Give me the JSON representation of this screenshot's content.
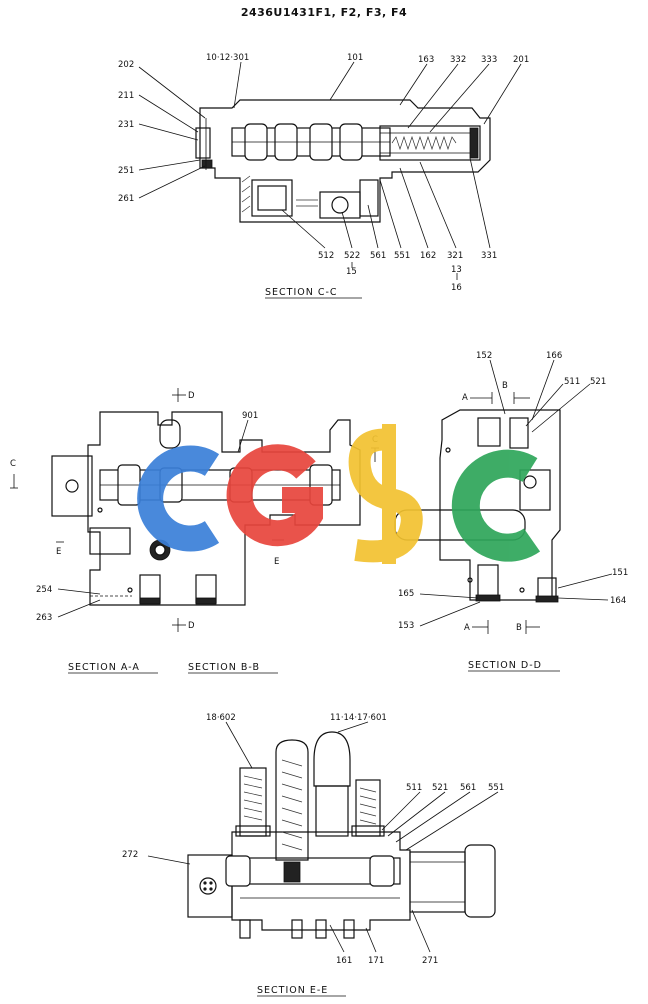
{
  "header": {
    "title": "2436U1431F1, F2, F3, F4"
  },
  "sections": {
    "cc": {
      "label": "SECTION  C-C"
    },
    "aa": {
      "label": "SECTION  A-A"
    },
    "bb": {
      "label": "SECTION  B-B"
    },
    "dd": {
      "label": "SECTION  D-D"
    },
    "ee": {
      "label": "SECTION  E-E"
    }
  },
  "callouts_cc": {
    "c202": "202",
    "c10": "10·12·301",
    "c101": "101",
    "c163": "163",
    "c332": "332",
    "c333": "333",
    "c201": "201",
    "c211": "211",
    "c231": "231",
    "c251": "251",
    "c261": "261",
    "c512": "512",
    "c522": "522",
    "c15": "15",
    "c561": "561",
    "c551": "551",
    "c162": "162",
    "c321": "321",
    "c13": "13",
    "c16": "16",
    "c331": "331"
  },
  "callouts_ab": {
    "cD1": "D",
    "c901": "901",
    "cC1": "C",
    "cC2": "C",
    "cE1": "E",
    "cE2": "E",
    "c254": "254",
    "c263": "263",
    "cD2": "D"
  },
  "callouts_dd": {
    "c152": "152",
    "c166": "166",
    "cA1": "A",
    "cB1": "B",
    "c511": "511",
    "c521": "521",
    "c151": "151",
    "c165": "165",
    "c164": "164",
    "c153": "153",
    "cA2": "A",
    "cB2": "B"
  },
  "callouts_ee": {
    "c18": "18·602",
    "c11": "11·14·17·601",
    "c511": "511",
    "c521": "521",
    "c561": "561",
    "c551": "551",
    "c272": "272",
    "c161": "161",
    "c171": "171",
    "c271": "271"
  },
  "watermark": {
    "text": "CGSC",
    "colors": [
      "#3a7fd9",
      "#e8453c",
      "#f2c230",
      "#2ea65a"
    ]
  }
}
